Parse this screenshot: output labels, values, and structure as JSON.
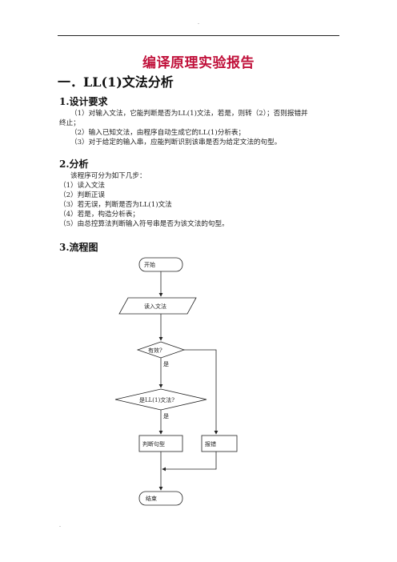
{
  "header": {
    "mark": "-"
  },
  "footer": {
    "mark": "-"
  },
  "doc_title": "编译原理实验报告",
  "section1": {
    "title": "一．LL(1)文法分析"
  },
  "design": {
    "title": "1.设计要求",
    "lines": [
      "（1）对输入文法，它能判断是否为LL(1)文法，若是，则转（2）；否则报错并",
      "终止；",
      "（2）输入已知文法，由程序自动生成它的LL(1)分析表；",
      "（3）对于给定的输入串，应能判断识别该串是否为给定文法的句型。"
    ]
  },
  "analysis": {
    "title": "2.分析",
    "intro": "该程序可分为如下几步：",
    "steps": [
      "（1）读入文法",
      "（2）判断正误",
      "（3）若无误，判断是否为LL(1)文法",
      "（4）若是，构造分析表；",
      "（5）由总控算法判断输入符号串是否为该文法的句型。"
    ]
  },
  "flowchart": {
    "title": "3.流程图",
    "start": "开始",
    "read_grammar": "读入文法",
    "valid_check": "有效?",
    "yes1": "是",
    "ll1_check": "是LL(1)文法?",
    "yes2": "是",
    "judge_sentence": "判断句型",
    "report_error": "报错",
    "end": "结束"
  }
}
